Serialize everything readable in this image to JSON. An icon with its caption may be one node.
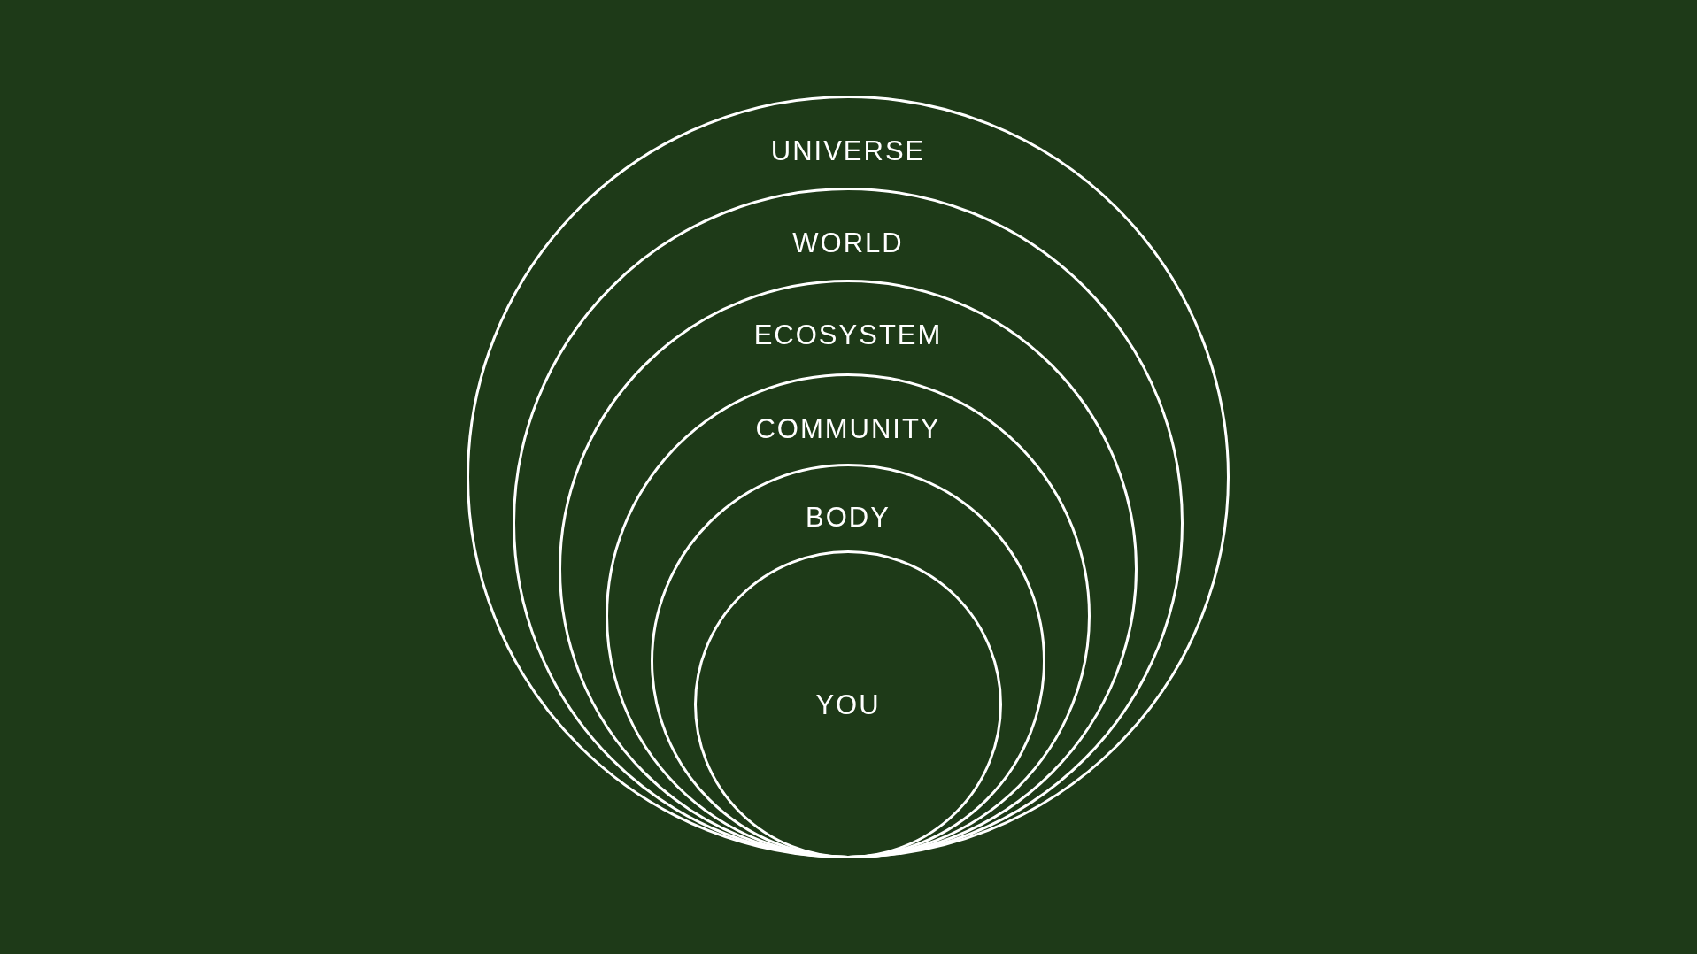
{
  "diagram": {
    "nodes": [
      {
        "text": [
          "UNIVERSE"
        ]
      },
      {
        "text": [
          "WORLD"
        ],
        "in": 0
      },
      {
        "text": [
          "ECOSYSTEM"
        ],
        "in": 1
      },
      {
        "text": [
          "COMMUNITY"
        ],
        "in": 2
      },
      {
        "text": [
          "BODY"
        ],
        "in": 3
      },
      {
        "text": [
          "YOU"
        ],
        "in": 4
      }
    ]
  }
}
